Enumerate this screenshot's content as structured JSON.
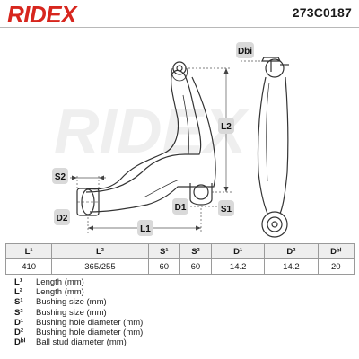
{
  "brand": {
    "logo_text": "RIDEX",
    "part_number": "273C0187"
  },
  "watermark_text": "RIDEX",
  "diagram": {
    "labels": {
      "dbi": "Dbi",
      "l2": "L2",
      "s2": "S2",
      "d2": "D2",
      "l1": "L1",
      "d1": "D1",
      "s1": "S1"
    }
  },
  "spec_table": {
    "headers": [
      "L¹",
      "L²",
      "S¹",
      "S²",
      "D¹",
      "D²",
      "Dᵇⁱ"
    ],
    "values": [
      "410",
      "365/255",
      "60",
      "60",
      "14.2",
      "14.2",
      "20"
    ]
  },
  "legend": [
    {
      "key": "L¹",
      "desc": "Length (mm)"
    },
    {
      "key": "L²",
      "desc": "Length (mm)"
    },
    {
      "key": "S¹",
      "desc": "Bushing size (mm)"
    },
    {
      "key": "S²",
      "desc": "Bushing size (mm)"
    },
    {
      "key": "D¹",
      "desc": "Bushing hole diameter (mm)"
    },
    {
      "key": "D²",
      "desc": "Bushing hole diameter (mm)"
    },
    {
      "key": "Dᵇⁱ",
      "desc": "Ball stud diameter (mm)"
    }
  ],
  "colors": {
    "brand_red": "#d7261e",
    "badge_fill": "#d9d9d9",
    "line": "#333333"
  }
}
